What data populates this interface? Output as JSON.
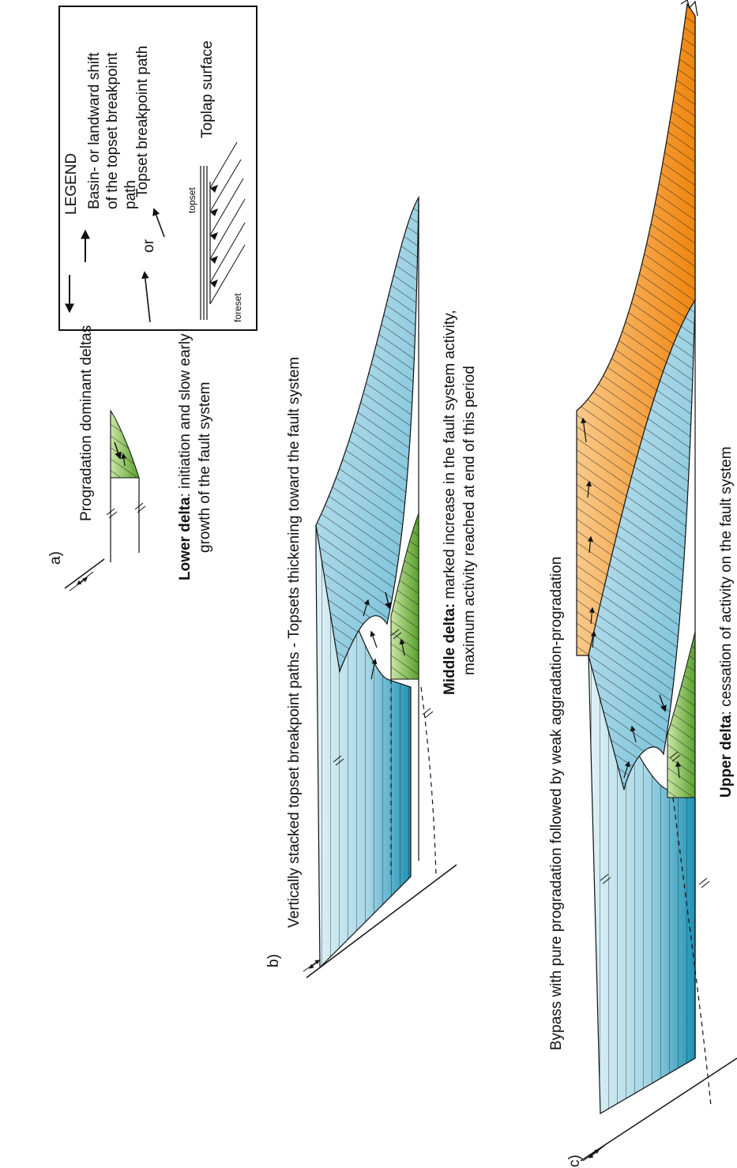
{
  "legend": {
    "title": "LEGEND",
    "shift_label_1": "Basin- or landward shift",
    "shift_label_2": "of the topset breakpoint",
    "shift_label_3": "path",
    "or_text": "or",
    "path_label": "Topset breakpoint path",
    "toplap_label": "Toplap surface",
    "topset_label": "topset",
    "foreset_label": "foreset"
  },
  "panel_a": {
    "letter": "a)",
    "title": "Progradation dominant deltas",
    "caption_bold": "Lower delta",
    "caption_rest": ": initiation and slow early",
    "caption_line2": "growth of the fault system"
  },
  "panel_b": {
    "letter": "b)",
    "title": "Vertically stacked topset breakpoint paths - Topsets thickening toward the fault system",
    "caption_bold": "Middle delta:",
    "caption_rest": " marked increase in the fault system activity,",
    "caption_line2": "maximum activity reached at end of this period"
  },
  "panel_c": {
    "letter": "c)",
    "title": "Bypass with pure progradation followed by weak aggradation-progradation",
    "caption_bold": "Upper delta",
    "caption_rest": ": cessation of activity on the fault system"
  },
  "colors": {
    "green_light": "#b5d98a",
    "green_dark": "#5aa02c",
    "blue_light": "#d6eef5",
    "blue_mid": "#8cc8dc",
    "blue_dark": "#1e92b4",
    "orange_light": "#f8c27a",
    "orange_dark": "#f28c1a",
    "stroke": "#111111"
  }
}
